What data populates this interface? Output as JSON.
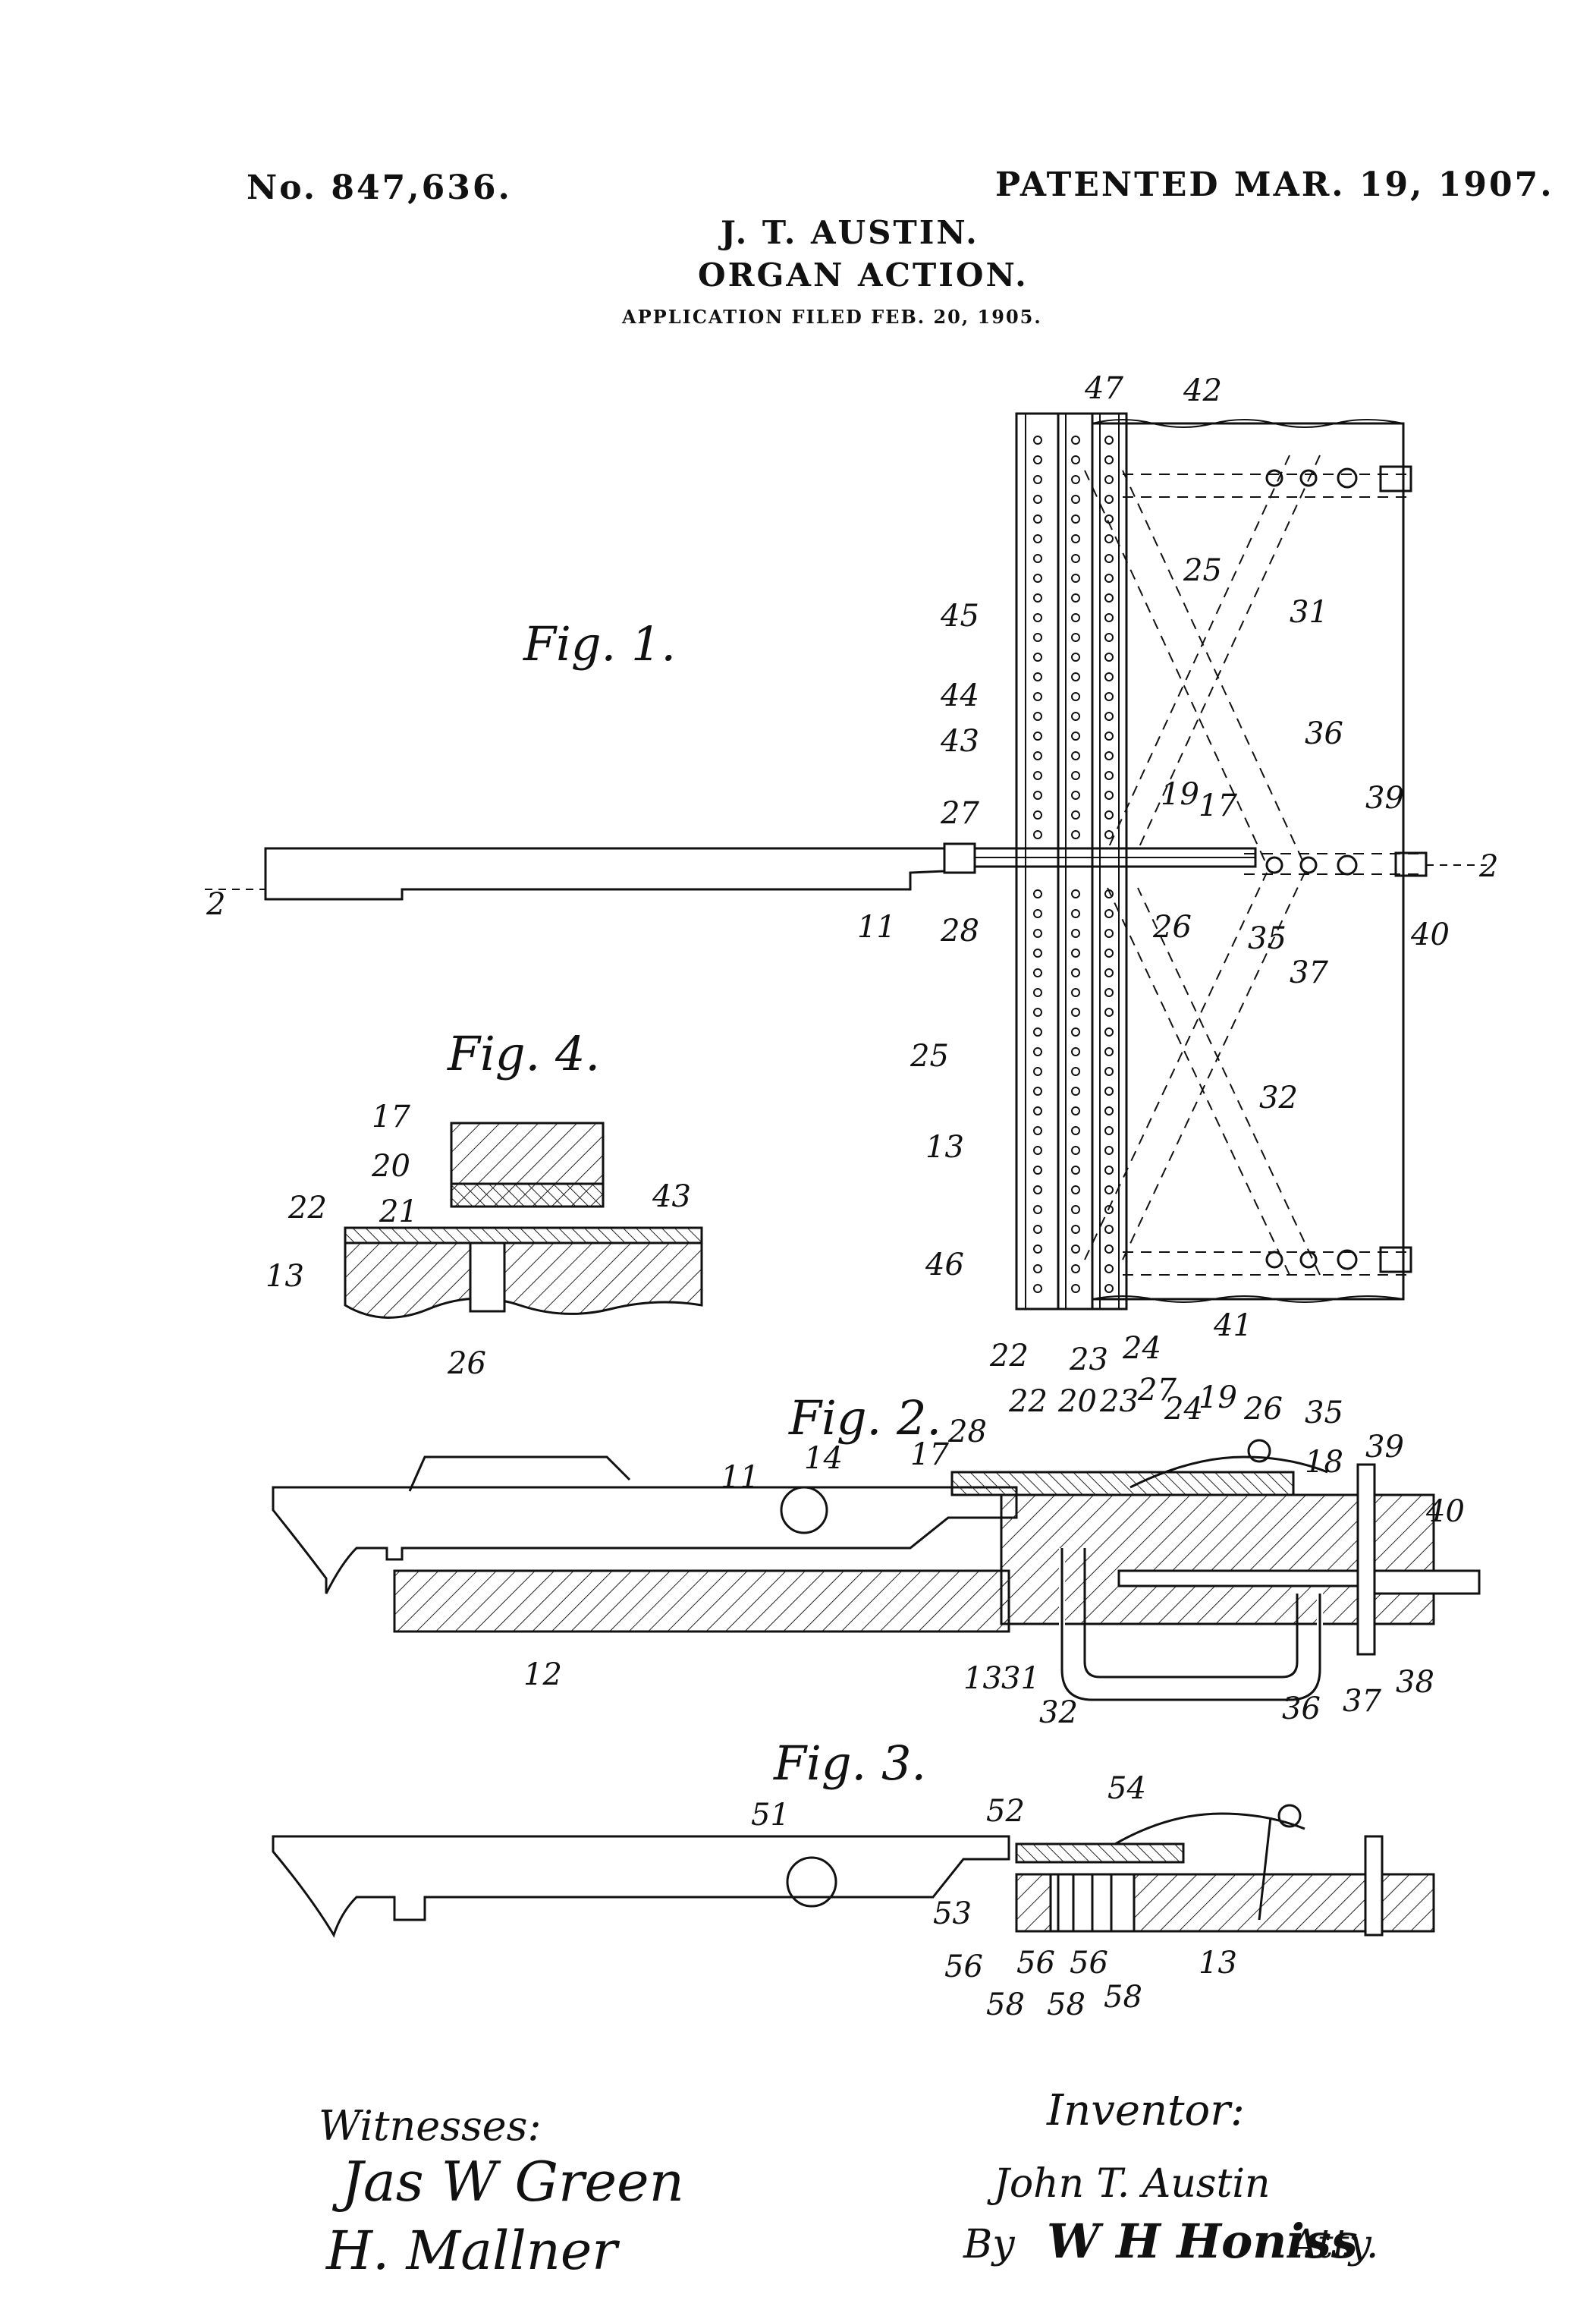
{
  "header": {
    "patent_number": "No. 847,636.",
    "patent_date": "PATENTED MAR. 19, 1907.",
    "inventor_name": "J. T. AUSTIN.",
    "title": "ORGAN ACTION.",
    "application": "APPLICATION FILED FEB. 20, 1905."
  },
  "figures": {
    "fig1": "Fig. 1.",
    "fig2": "Fig. 2.",
    "fig3": "Fig. 3.",
    "fig4": "Fig. 4."
  },
  "section_marks": [
    "2",
    "2"
  ],
  "fig1_refs": [
    "47",
    "42",
    "25",
    "45",
    "31",
    "44",
    "43",
    "36",
    "19",
    "17",
    "27",
    "39",
    "28",
    "26",
    "35",
    "11",
    "40",
    "37",
    "25",
    "32",
    "13",
    "46",
    "41",
    "22",
    "23",
    "24"
  ],
  "fig4_refs": [
    "17",
    "20",
    "43",
    "22",
    "21",
    "13",
    "26"
  ],
  "fig2_refs": [
    "28",
    "22",
    "20",
    "23",
    "27",
    "24",
    "19",
    "26",
    "35",
    "17",
    "18",
    "39",
    "11",
    "14",
    "40",
    "12",
    "13",
    "31",
    "32",
    "36",
    "37",
    "38"
  ],
  "fig3_refs": [
    "52",
    "54",
    "51",
    "53",
    "56",
    "56",
    "56",
    "58",
    "58",
    "58",
    "13"
  ],
  "signatures": {
    "witnesses_label": "Witnesses:",
    "witness1": "Jas W Green",
    "witness2": "H. Mallner",
    "inventor_label": "Inventor:",
    "inventor": "John T. Austin",
    "attorney_prefix": "By",
    "attorney": "W H Honiss",
    "attorney_suffix": "Atty."
  }
}
